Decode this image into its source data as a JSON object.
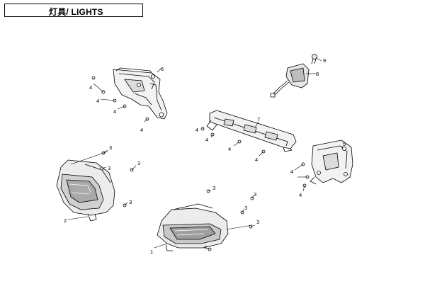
{
  "title": "灯具/ LIGHTS",
  "callouts": [
    {
      "id": "c1",
      "label": "1"
    },
    {
      "id": "c2",
      "label": "2"
    },
    {
      "id": "c3a",
      "label": "3"
    },
    {
      "id": "c3b",
      "label": "3"
    },
    {
      "id": "c3c",
      "label": "3"
    },
    {
      "id": "c3d",
      "label": "3"
    },
    {
      "id": "c3e",
      "label": "3"
    },
    {
      "id": "c3f",
      "label": "3"
    },
    {
      "id": "c3g",
      "label": "3"
    },
    {
      "id": "c3h",
      "label": "3"
    },
    {
      "id": "c3i",
      "label": "3"
    },
    {
      "id": "c4a",
      "label": "4"
    },
    {
      "id": "c4b",
      "label": "4"
    },
    {
      "id": "c4c",
      "label": "4"
    },
    {
      "id": "c4d",
      "label": "4"
    },
    {
      "id": "c4e",
      "label": "4"
    },
    {
      "id": "c4f",
      "label": "4"
    },
    {
      "id": "c4g",
      "label": "4"
    },
    {
      "id": "c4h",
      "label": "4"
    },
    {
      "id": "c4i",
      "label": "4"
    },
    {
      "id": "c4j",
      "label": "4"
    },
    {
      "id": "c5",
      "label": "5"
    },
    {
      "id": "c6",
      "label": "6"
    },
    {
      "id": "c7",
      "label": "7"
    },
    {
      "id": "c8",
      "label": "8"
    },
    {
      "id": "c9",
      "label": "9"
    }
  ]
}
